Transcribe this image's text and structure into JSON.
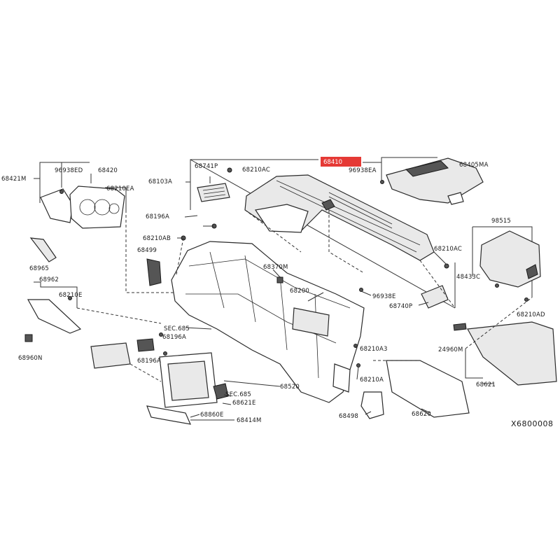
{
  "diagram_code": "X6800008",
  "labels": {
    "l68421M": "68421M",
    "l96938ED": "96938ED",
    "l68420": "68420",
    "l68210EA": "68210EA",
    "l68103A": "68103A",
    "l68741P": "68741P",
    "l68210AC_top": "68210AC",
    "l68410": "68410",
    "l96938EA": "96938EA",
    "l68405MA": "68405MA",
    "l68196A_top": "68196A",
    "l68210AB": "68210AB",
    "l68499": "68499",
    "l68965": "68965",
    "l68962": "68962",
    "l68210E": "68210E",
    "l68960N": "68960N",
    "l68370M": "68370M",
    "l68200": "68200",
    "l98515": "98515",
    "l68210AC_right": "68210AC",
    "l48433C": "48433C",
    "l96938E": "96938E",
    "l68740P": "68740P",
    "l68210AD": "68210AD",
    "lSEC685_a": "SEC.685",
    "l68196A_mid": "68196A",
    "l68196A_low": "68196A",
    "l68210A3": "68210A3",
    "l24960M": "24960M",
    "l68210A": "68210A",
    "l68621": "68621",
    "lSEC685_b": "SEC.685",
    "l68621E": "68621E",
    "l68520": "68520",
    "l68860E": "68860E",
    "l68414M": "68414M",
    "l68498": "68498",
    "l68620": "68620"
  }
}
